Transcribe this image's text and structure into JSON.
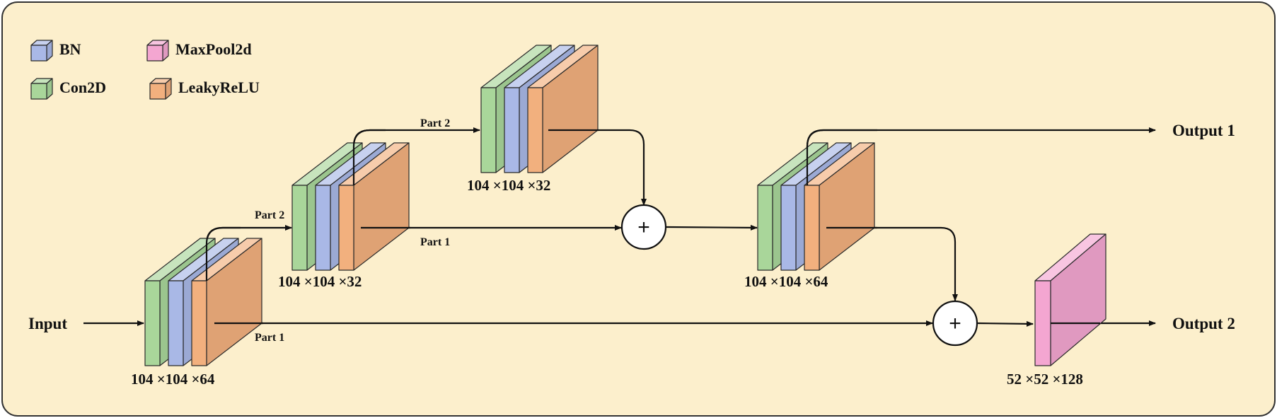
{
  "legend": {
    "bn": "BN",
    "con2d": "Con2D",
    "maxpool": "MaxPool2d",
    "leaky": "LeakyReLU"
  },
  "colors": {
    "background": "#fcefcc",
    "bn": "#a9b8e6",
    "con2d": "#a9d69a",
    "maxpool": "#f4a6d1",
    "leaky": "#f2b07e"
  },
  "labels": {
    "input": "Input",
    "output1": "Output 1",
    "output2": "Output 2",
    "part1": "Part 1",
    "part2": "Part 2"
  },
  "blocks": {
    "b1_dim": "104 ×104 ×64",
    "b2_dim": "104 ×104 ×32",
    "b3_dim": "104 ×104 ×32",
    "b4_dim": "104 ×104 ×64",
    "pool_dim": "52 ×52 ×128"
  },
  "plus_symbol": "+"
}
